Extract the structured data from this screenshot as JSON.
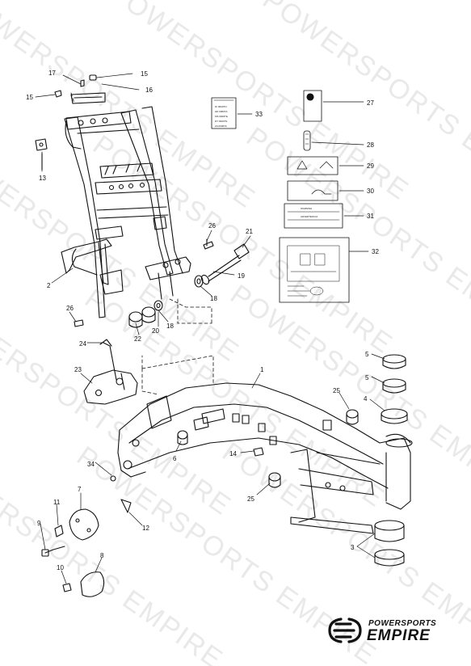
{
  "watermark": "POWERSPORTS EMPIRE",
  "brand": {
    "line1": "POWERSPORTS",
    "line2": "EMPIRE"
  },
  "callouts": [
    {
      "id": "17",
      "name": "callout-17"
    },
    {
      "id": "15",
      "name": "callout-15-top"
    },
    {
      "id": "16",
      "name": "callout-16"
    },
    {
      "id": "15",
      "name": "callout-15-left"
    },
    {
      "id": "13",
      "name": "callout-13"
    },
    {
      "id": "33",
      "name": "callout-33"
    },
    {
      "id": "27",
      "name": "callout-27"
    },
    {
      "id": "28",
      "name": "callout-28"
    },
    {
      "id": "29",
      "name": "callout-29"
    },
    {
      "id": "30",
      "name": "callout-30"
    },
    {
      "id": "31",
      "name": "callout-31"
    },
    {
      "id": "32",
      "name": "callout-32"
    },
    {
      "id": "26",
      "name": "callout-26-top"
    },
    {
      "id": "21",
      "name": "callout-21"
    },
    {
      "id": "19",
      "name": "callout-19"
    },
    {
      "id": "18",
      "name": "callout-18-right"
    },
    {
      "id": "2",
      "name": "callout-2"
    },
    {
      "id": "26",
      "name": "callout-26-left"
    },
    {
      "id": "20",
      "name": "callout-20"
    },
    {
      "id": "18",
      "name": "callout-18-mid"
    },
    {
      "id": "22",
      "name": "callout-22"
    },
    {
      "id": "24",
      "name": "callout-24"
    },
    {
      "id": "23",
      "name": "callout-23"
    },
    {
      "id": "1",
      "name": "callout-1"
    },
    {
      "id": "5",
      "name": "callout-5-top"
    },
    {
      "id": "5",
      "name": "callout-5-mid"
    },
    {
      "id": "4",
      "name": "callout-4"
    },
    {
      "id": "25",
      "name": "callout-25-top"
    },
    {
      "id": "14",
      "name": "callout-14"
    },
    {
      "id": "6",
      "name": "callout-6"
    },
    {
      "id": "34",
      "name": "callout-34"
    },
    {
      "id": "7",
      "name": "callout-7"
    },
    {
      "id": "25",
      "name": "callout-25-bottom"
    },
    {
      "id": "11",
      "name": "callout-11"
    },
    {
      "id": "12",
      "name": "callout-12"
    },
    {
      "id": "9",
      "name": "callout-9"
    },
    {
      "id": "3",
      "name": "callout-3"
    },
    {
      "id": "8",
      "name": "callout-8"
    },
    {
      "id": "10",
      "name": "callout-10"
    }
  ],
  "labels": {
    "label33": {
      "lines": [
        "DI 0000TN",
        "HD 0000TA",
        "MS 0000TE",
        "DT 0000TS",
        "ZA 0000TA"
      ]
    },
    "label31": {
      "lines": [
        "WARNING",
        "ADVERTENCIA"
      ]
    }
  }
}
